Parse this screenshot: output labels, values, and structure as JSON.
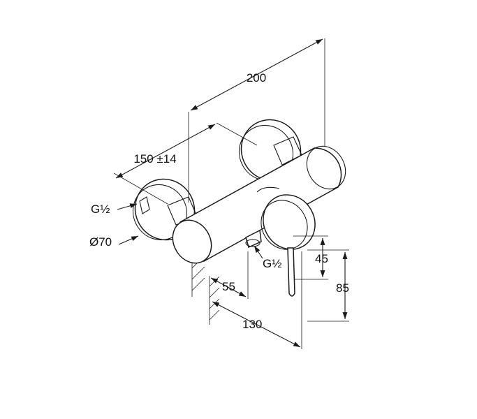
{
  "dimensions": {
    "overall_width": "200",
    "spacing": "150 ±14",
    "inlet_thread": "G½",
    "rosette_diameter": "Ø70",
    "outlet_thread": "G½",
    "wall_to_outlet": "55",
    "projection": "130",
    "outlet_height": "45",
    "lever_height": "85"
  }
}
